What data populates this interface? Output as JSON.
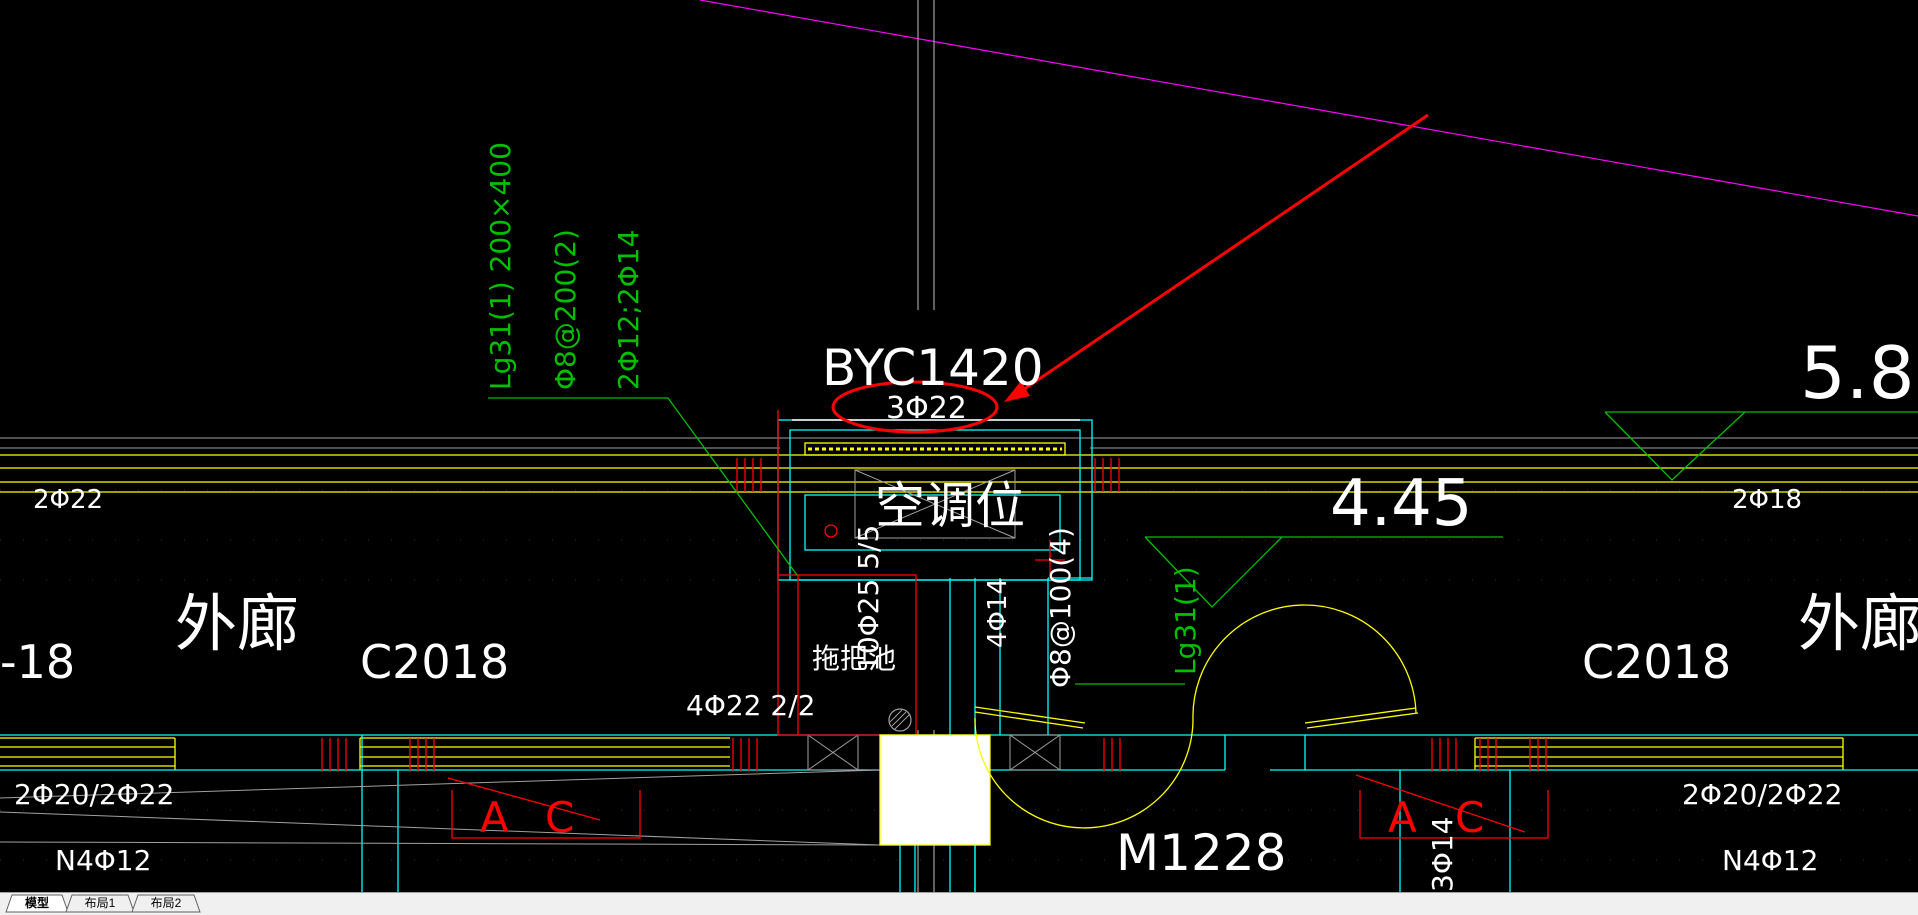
{
  "colors": {
    "background": "#000000",
    "white": "#ffffff",
    "yellow": "#ffff00",
    "cyan": "#00ffff",
    "red": "#ff0000",
    "green": "#00c000",
    "magenta": "#ff00ff",
    "grey": "#a0a0a0"
  },
  "drawing": {
    "labels": {
      "byc": "BYC1420",
      "top_rebar": "3Φ22",
      "level_58": "5.8",
      "level_445": "4.45",
      "aircon": "空调位",
      "corridor_left": "外廊",
      "corridor_right": "外廊",
      "frag_18": "-18",
      "window_left": "C2018",
      "window_right": "C2018",
      "rebar_2_22": "2Φ22",
      "rebar_2_18": "2Φ18",
      "rebar_left_bottom": "2Φ20/2Φ22",
      "rebar_right_bottom": "2Φ20/2Φ22",
      "n4_left": "N4Φ12",
      "n4_right": "N4Φ12",
      "door": "M1228",
      "mop_pool": "拖把池",
      "col_rebar": "4Φ22 2/2",
      "v_10_25": "10Φ25 5/5",
      "v_4_14": "4Φ14",
      "v_8_100": "Φ8@100(4)",
      "v_3_14": "3Φ14",
      "beam_lg_small": "Lg31(1)",
      "section_a_left": "A",
      "section_c_left": "C",
      "section_a_right": "A",
      "section_c_right": "C"
    },
    "beam_annotation": {
      "line1": "Lg31(1) 200×400",
      "line2": "Φ8@200(2)",
      "line3": "2Φ12;2Φ14"
    }
  },
  "tabs": [
    {
      "label": "模型",
      "active": true
    },
    {
      "label": "布局1",
      "active": false
    },
    {
      "label": "布局2",
      "active": false
    }
  ]
}
